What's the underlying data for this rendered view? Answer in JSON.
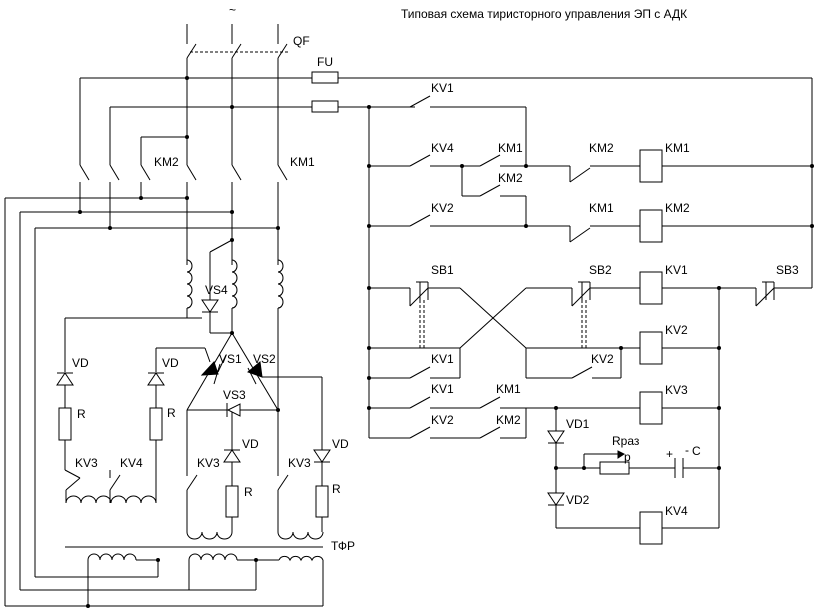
{
  "diagram": {
    "title": "Типовая схема тиристорного управления ЭП с АДК",
    "supply": "~",
    "labels": {
      "QF": "QF",
      "FU": "FU",
      "KM1": "KM1",
      "KM2": "KM2",
      "KV1": "KV1",
      "KV2": "KV2",
      "KV3": "KV3",
      "KV4": "KV4",
      "SB1": "SB1",
      "SB2": "SB2",
      "SB3": "SB3",
      "VS1": "VS1",
      "VS2": "VS2",
      "VS3": "VS3",
      "VS4": "VS4",
      "VD": "VD",
      "VD1": "VD1",
      "VD2": "VD2",
      "R": "R",
      "Rraz": "Rраз",
      "p": "p",
      "C": "C",
      "plus": "+",
      "minus": "-",
      "TFR": "ТФР"
    }
  }
}
